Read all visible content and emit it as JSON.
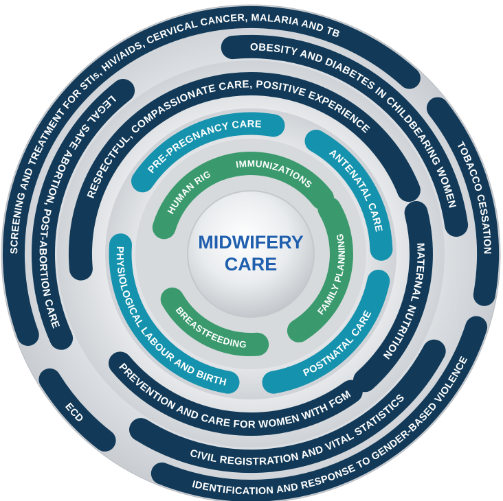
{
  "center": {
    "line1": "MIDWIFERY",
    "line2": "CARE"
  },
  "colors": {
    "outer_navy": "#123a58",
    "teal": "#1592ad",
    "green": "#3b9a6d",
    "center_text": "#1f5fae"
  },
  "green_ring": [
    {
      "id": "human-rights",
      "label": "HUMAN RIGHTS"
    },
    {
      "id": "family-planning",
      "label": "FAMILY PLANNING"
    },
    {
      "id": "breastfeeding",
      "label": "BREASTFEEDING"
    },
    {
      "id": "immunizations",
      "label": "IMMUNIZATIONS"
    }
  ],
  "teal_ring": [
    {
      "id": "pre-pregnancy-care",
      "label": "PRE-PREGNANCY CARE"
    },
    {
      "id": "antenatal-care",
      "label": "ANTENATAL CARE"
    },
    {
      "id": "postnatal-care",
      "label": "POSTNATAL CARE"
    },
    {
      "id": "physiological-labour-and-birth",
      "label": "PHYSIOLOGICAL LABOUR AND BIRTH"
    }
  ],
  "navy_middle_ring": [
    {
      "id": "respectful-care",
      "label": "RESPECTFUL, COMPASSIONATE CARE, POSITIVE EXPERIENCE"
    },
    {
      "id": "maternal-nutrition",
      "label": "MATERNAL NUTRITION"
    },
    {
      "id": "prevention-fgm",
      "label": "PREVENTION AND CARE FOR WOMEN WITH FGM"
    }
  ],
  "navy_outer_ring": [
    {
      "id": "obesity-diabetes",
      "label": "OBESITY AND DIABETES IN CHILDBEARING WOMEN"
    },
    {
      "id": "civil-registration",
      "label": "CIVIL REGISTRATION AND VITAL STATISTICS"
    },
    {
      "id": "legal-safe-abortion",
      "label": "LEGAL SAFE ABORTION, POST-ABORTION CARE"
    }
  ],
  "navy_rim_ring": [
    {
      "id": "screening-treatment",
      "label": "SCREENING AND TREATMENT FOR STIs, HIV/AIDS, CERVICAL CANCER, MALARIA AND TB"
    },
    {
      "id": "tobacco-cessation",
      "label": "TOBACCO CESSATION"
    },
    {
      "id": "gender-based-violence",
      "label": "IDENTIFICATION AND RESPONSE TO GENDER-BASED VIOLENCE"
    },
    {
      "id": "ecd",
      "label": "ECD"
    }
  ]
}
